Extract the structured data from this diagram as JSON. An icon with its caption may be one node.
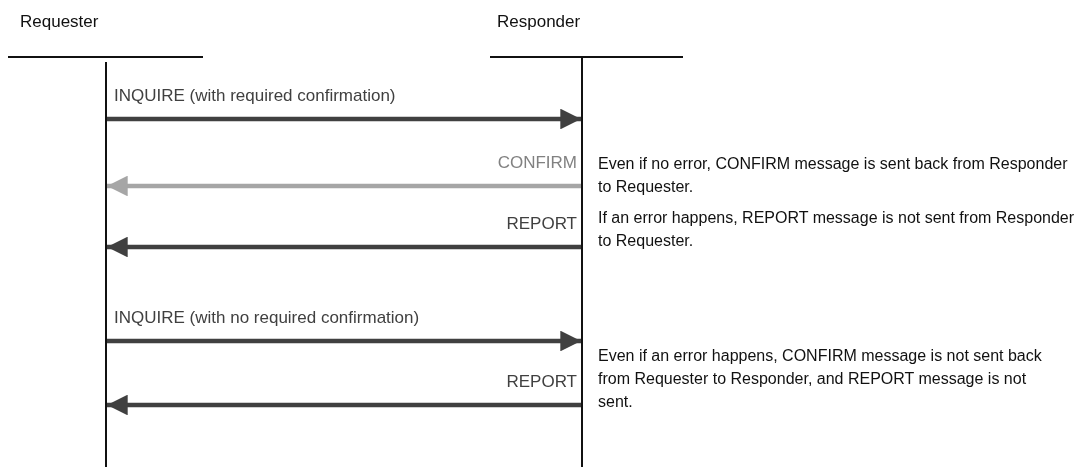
{
  "diagram": {
    "nodes": [
      {
        "text": [
          "Requester"
        ]
      },
      {
        "text": [
          "Responder"
        ]
      }
    ],
    "edges": [
      {
        "from": 0,
        "to": 1,
        "arrow": "to",
        "label": "INQUIRE (with required confirmation)"
      },
      {
        "from": 1,
        "to": 0,
        "arrow": "to",
        "label": "CONFIRM",
        "color": "#a6a6a6"
      },
      {
        "from": 1,
        "to": 0,
        "arrow": "to",
        "label": "REPORT"
      },
      {
        "from": 0,
        "to": 1,
        "arrow": "to",
        "label": "INQUIRE (with no required confirmation)"
      },
      {
        "from": 1,
        "to": 0,
        "arrow": "to",
        "label": "REPORT"
      }
    ],
    "labels": [
      "Even if no error, CONFIRM message is sent back from Responder to Requester.",
      "If an error happens, REPORT message is not sent from Responder to Requester.",
      "Even if an error happens, CONFIRM message is not sent back from Requester to Responder, and REPORT message is not sent."
    ]
  }
}
